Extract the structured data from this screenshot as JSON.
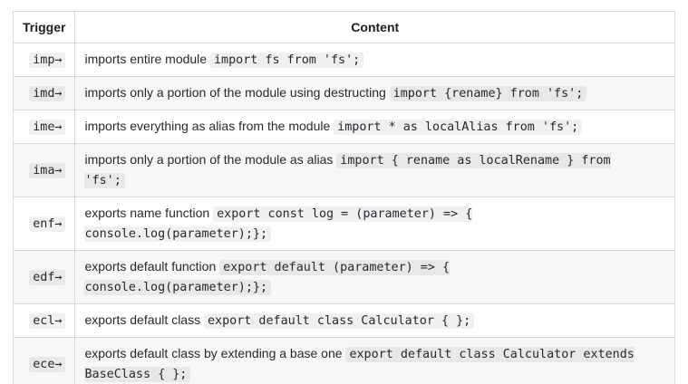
{
  "table": {
    "headers": {
      "trigger": "Trigger",
      "content": "Content"
    },
    "rows": [
      {
        "trigger": "imp→",
        "desc": "imports entire module ",
        "code": "import fs from 'fs';"
      },
      {
        "trigger": "imd→",
        "desc": "imports only a portion of the module using destructing ",
        "code": "import {rename} from 'fs';"
      },
      {
        "trigger": "ime→",
        "desc": "imports everything as alias from the module ",
        "code": "import * as localAlias from 'fs';"
      },
      {
        "trigger": "ima→",
        "desc": "imports only a portion of the module as alias ",
        "code": "import { rename as localRename } from\n'fs';"
      },
      {
        "trigger": "enf→",
        "desc": "exports name function ",
        "code": "export const log = (parameter) => {\nconsole.log(parameter);};"
      },
      {
        "trigger": "edf→",
        "desc": "exports default function ",
        "code": "export default (parameter) => {\nconsole.log(parameter);};"
      },
      {
        "trigger": "ecl→",
        "desc": "exports default class ",
        "code": "export default class Calculator { };"
      },
      {
        "trigger": "ece→",
        "desc": "exports default class by extending a base one ",
        "code": "export default class Calculator extends\nBaseClass { };"
      }
    ],
    "colors": {
      "text": "#24292e",
      "border": "#d8d8d8",
      "row_alt_background": "#f7f7f7",
      "code_background": "#f0f0f0",
      "page_background": "#ffffff"
    }
  }
}
